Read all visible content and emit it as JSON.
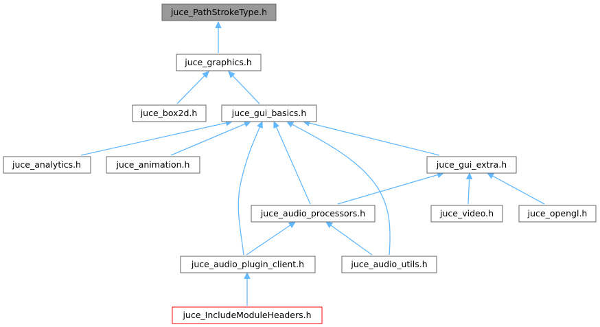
{
  "colors": {
    "edge": "#63b8ff",
    "node_border": "#666666",
    "node_fill": "#ffffff",
    "focus_fill": "#999999",
    "focus_border": "#666666",
    "leaf_border": "#ff0000"
  },
  "nodes": {
    "path_stroke_type": {
      "label": "juce_PathStrokeType.h",
      "style": "focus"
    },
    "graphics": {
      "label": "juce_graphics.h",
      "style": "normal"
    },
    "box2d": {
      "label": "juce_box2d.h",
      "style": "normal"
    },
    "gui_basics": {
      "label": "juce_gui_basics.h",
      "style": "normal"
    },
    "analytics": {
      "label": "juce_analytics.h",
      "style": "normal"
    },
    "animation": {
      "label": "juce_animation.h",
      "style": "normal"
    },
    "gui_extra": {
      "label": "juce_gui_extra.h",
      "style": "normal"
    },
    "audio_processors": {
      "label": "juce_audio_processors.h",
      "style": "normal"
    },
    "video": {
      "label": "juce_video.h",
      "style": "normal"
    },
    "opengl": {
      "label": "juce_opengl.h",
      "style": "normal"
    },
    "audio_plugin_client": {
      "label": "juce_audio_plugin_client.h",
      "style": "normal"
    },
    "audio_utils": {
      "label": "juce_audio_utils.h",
      "style": "normal"
    },
    "include_module_headers": {
      "label": "juce_IncludeModuleHeaders.h",
      "style": "leaf"
    }
  },
  "edges": [
    {
      "from": "graphics",
      "to": "path_stroke_type"
    },
    {
      "from": "box2d",
      "to": "graphics"
    },
    {
      "from": "gui_basics",
      "to": "graphics"
    },
    {
      "from": "analytics",
      "to": "gui_basics"
    },
    {
      "from": "animation",
      "to": "gui_basics"
    },
    {
      "from": "audio_plugin_client",
      "to": "gui_basics"
    },
    {
      "from": "audio_processors",
      "to": "gui_basics"
    },
    {
      "from": "audio_utils",
      "to": "gui_basics"
    },
    {
      "from": "gui_extra",
      "to": "gui_basics"
    },
    {
      "from": "audio_processors",
      "to": "gui_extra"
    },
    {
      "from": "video",
      "to": "gui_extra"
    },
    {
      "from": "opengl",
      "to": "gui_extra"
    },
    {
      "from": "audio_plugin_client",
      "to": "audio_processors"
    },
    {
      "from": "audio_utils",
      "to": "audio_processors"
    },
    {
      "from": "include_module_headers",
      "to": "audio_plugin_client"
    }
  ]
}
